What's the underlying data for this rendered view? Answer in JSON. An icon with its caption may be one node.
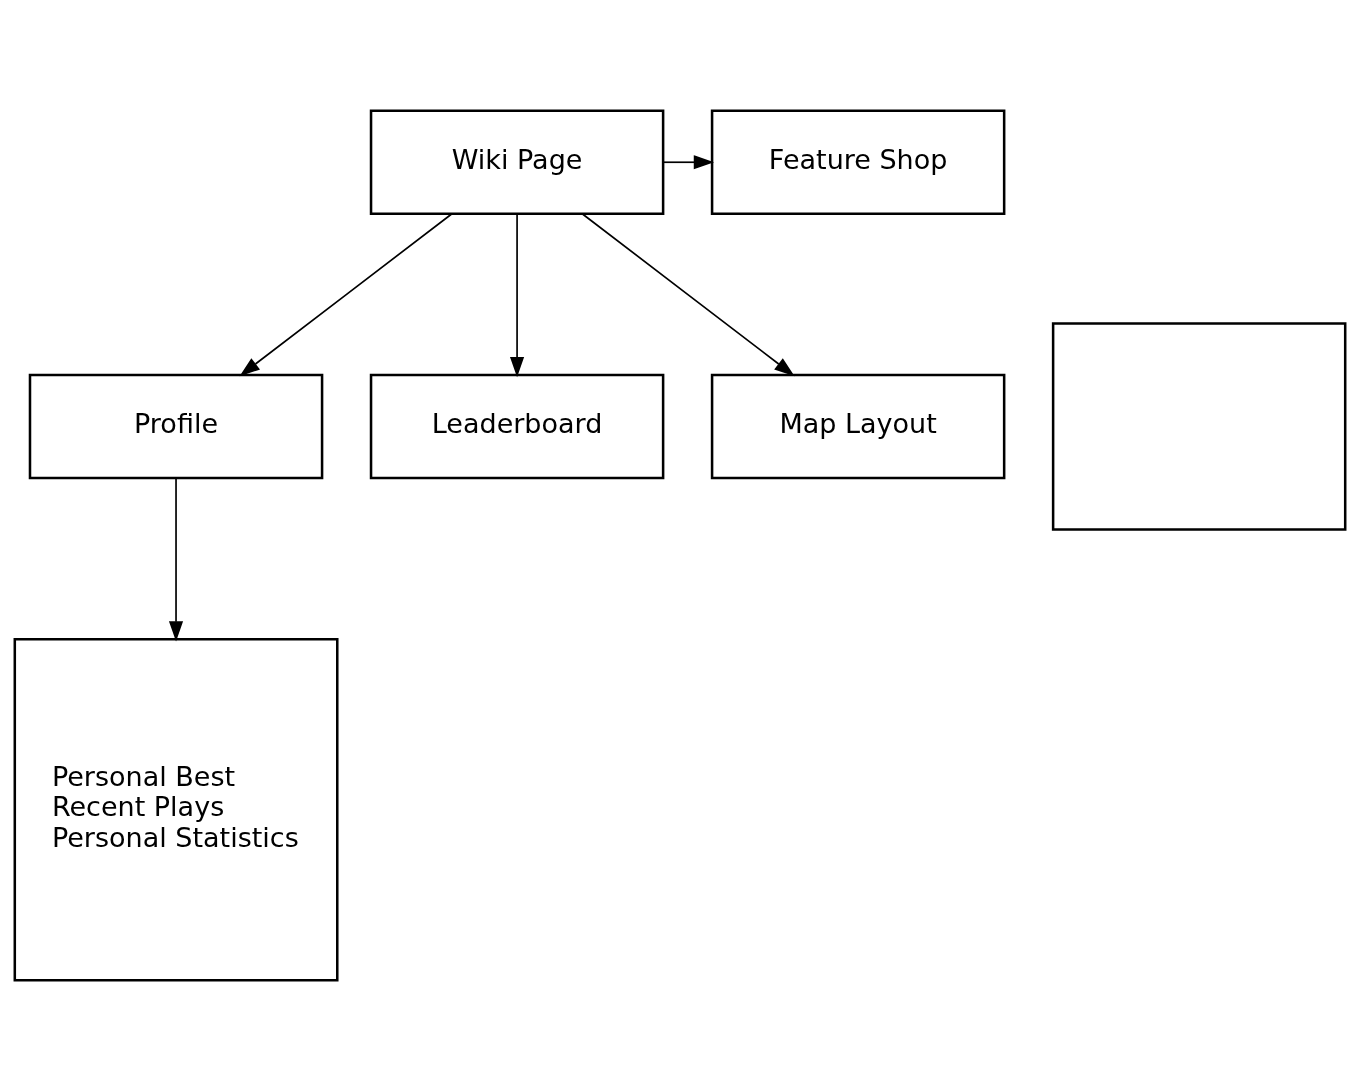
{
  "diagram": {
    "nodes": [
      {
        "text": [
          "Wiki Page"
        ]
      },
      {
        "text": [
          "Feature Shop"
        ]
      },
      {
        "text": [],
        "shape": "box"
      },
      {
        "text": [
          "Profile"
        ]
      },
      {
        "text": [
          "Leaderboard"
        ]
      },
      {
        "text": [
          "Map Layout"
        ]
      },
      {
        "text": [
          "Personal Best",
          "Recent Plays",
          "Personal Statistics"
        ]
      }
    ],
    "edges": [
      {
        "from": 0,
        "to": 1,
        "arrow": "to"
      },
      {
        "from": 0,
        "to": 3,
        "arrow": "to"
      },
      {
        "from": 0,
        "to": 4,
        "arrow": "to"
      },
      {
        "from": 0,
        "to": 5,
        "arrow": "to"
      },
      {
        "from": 3,
        "to": 6,
        "arrow": "to"
      }
    ]
  }
}
